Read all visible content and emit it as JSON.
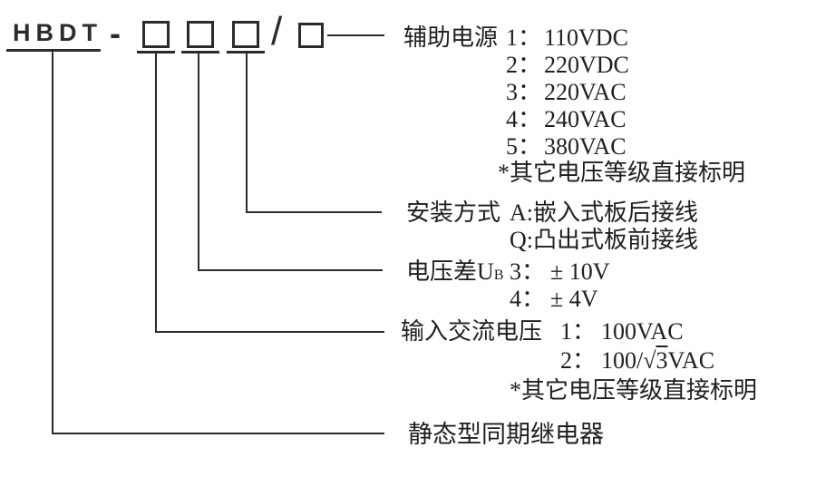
{
  "model": {
    "prefix": "HBDT",
    "separator": "-",
    "slash": "/"
  },
  "sections": {
    "aux_power": {
      "label": "辅助电源",
      "options": [
        {
          "code": "1：",
          "value": "110VDC"
        },
        {
          "code": "2：",
          "value": "220VDC"
        },
        {
          "code": "3：",
          "value": "220VAC"
        },
        {
          "code": "4：",
          "value": "240VAC"
        },
        {
          "code": "5：",
          "value": "380VAC"
        }
      ],
      "note": "*其它电压等级直接标明"
    },
    "mounting": {
      "label": "安装方式",
      "options": [
        {
          "code": "A:",
          "value": "嵌入式板后接线"
        },
        {
          "code": "Q:",
          "value": "凸出式板前接线"
        }
      ]
    },
    "voltage_diff": {
      "label_main": "电压差U",
      "label_sub": "B",
      "options": [
        {
          "code": "3：",
          "value": "± 10V"
        },
        {
          "code": "4：",
          "value": "± 4V"
        }
      ]
    },
    "input_ac": {
      "label": "输入交流电压",
      "options": [
        {
          "code": "1：",
          "value": "100VAC"
        },
        {
          "code": "2：",
          "value_pre": "100/√",
          "value_rad": "3",
          "value_post": "VAC"
        }
      ],
      "note": "*其它电压等级直接标明"
    },
    "product": {
      "label": "静态型同期继电器"
    }
  }
}
